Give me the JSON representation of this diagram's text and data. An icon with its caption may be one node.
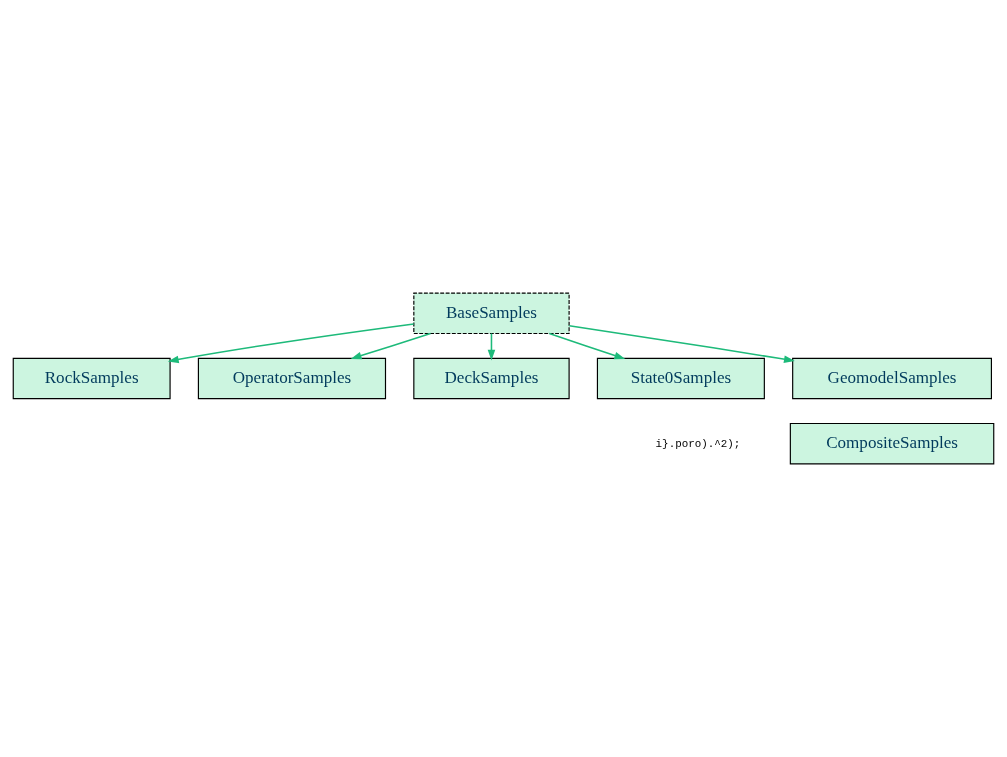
{
  "diagram": {
    "nodes": [
      {
        "text": [
          "BaseSamples"
        ]
      },
      {
        "text": [
          "RockSamples"
        ]
      },
      {
        "text": [
          "OperatorSamples"
        ]
      },
      {
        "text": [
          "DeckSamples"
        ]
      },
      {
        "text": [
          "State0Samples"
        ]
      },
      {
        "text": [
          "GeomodelSamples"
        ]
      },
      {
        "text": [
          "CompositeSamples"
        ]
      }
    ],
    "edges": [
      {
        "from": 0,
        "to": 1,
        "arrow": "to"
      },
      {
        "from": 0,
        "to": 3,
        "arrow": "to"
      },
      {
        "from": 0,
        "to": 5,
        "arrow": "to"
      },
      {
        "from": 0,
        "to": 4,
        "arrow": "to"
      },
      {
        "from": 0,
        "to": 2,
        "arrow": "to"
      }
    ],
    "labels": [
      "i}.poro).^2);"
    ]
  }
}
